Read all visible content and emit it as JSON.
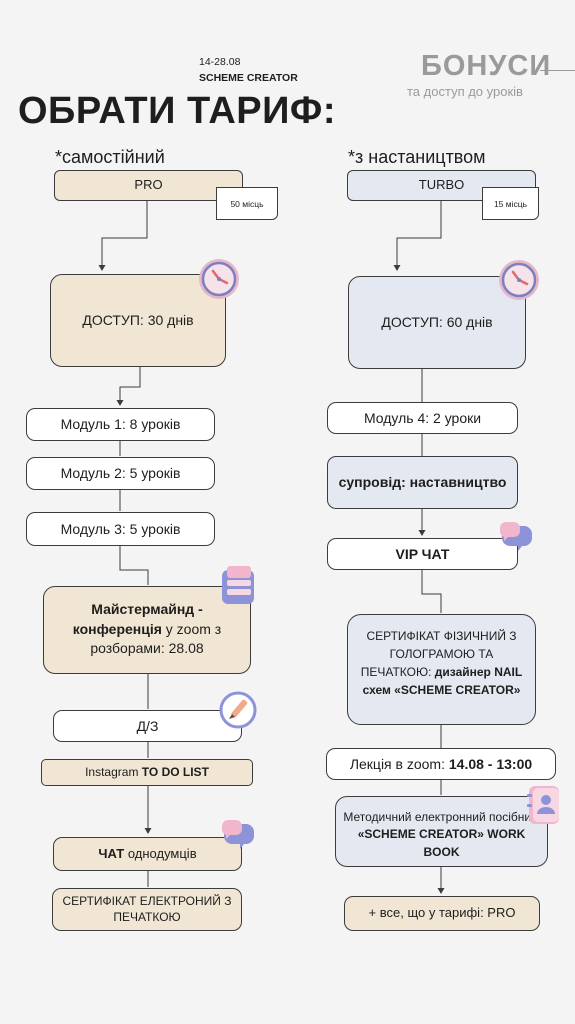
{
  "header": {
    "dates": "14-28.08",
    "brand": "SCHEME CREATOR",
    "title": "ОБРАТИ ТАРИФ:",
    "bonus_title": "БОНУСИ",
    "bonus_subtitle": "та доступ до уроків"
  },
  "left": {
    "heading": "*самостійний",
    "plan": "PRO",
    "seats": "50 місць",
    "access": "ДОСТУП: 30 днів",
    "module1": "Модуль 1: 8 уроків",
    "module2": "Модуль 2: 5 уроків",
    "module3": "Модуль 3: 5 уроків",
    "mastermind_bold": "Майстермайнд - конференція",
    "mastermind_rest": " у zoom з розборами: 28.08",
    "homework": "Д/З",
    "instagram_prefix": "Instagram ",
    "instagram_bold": "TO DO LIST",
    "chat_bold": "ЧАТ",
    "chat_rest": " однодумців",
    "certificate": "СЕРТИФІКАТ ЕЛЕКТРОНИЙ З ПЕЧАТКОЮ"
  },
  "right": {
    "heading": "*з настаництвом",
    "plan": "TURBO",
    "seats": "15 місць",
    "access": "ДОСТУП: 60 днів",
    "module4": "Модуль 4: 2 уроки",
    "mentoring": "супровід: наставництво",
    "vip_chat": "VIP ЧАТ",
    "certificate_plain": "СЕРТИФІКАТ ФІЗИЧНИЙ З ГОЛОГРАМОЮ ТА ПЕЧАТКОЮ: ",
    "certificate_bold": "дизайнер NAIL схем «SCHEME CREATOR»",
    "lecture_plain": "Лекція в zoom: ",
    "lecture_bold": "14.08 - 13:00",
    "manual_plain": "Методичний електронний посібник: ",
    "manual_bold": "«SCHEME CREATOR» WORK BOOK",
    "plus_pro": "+ все, що у тарифі: PRO"
  },
  "icons": [
    "clock-icon",
    "clock-icon",
    "folder-stack-icon",
    "pencil-icon",
    "chat-bubble-icon",
    "chat-bubble-icon",
    "contact-book-icon"
  ],
  "colors": {
    "beige": "#f1e6d3",
    "blue": "#e3e8f1",
    "outline": "#3c3c3c",
    "muted": "#9a9a9a"
  }
}
